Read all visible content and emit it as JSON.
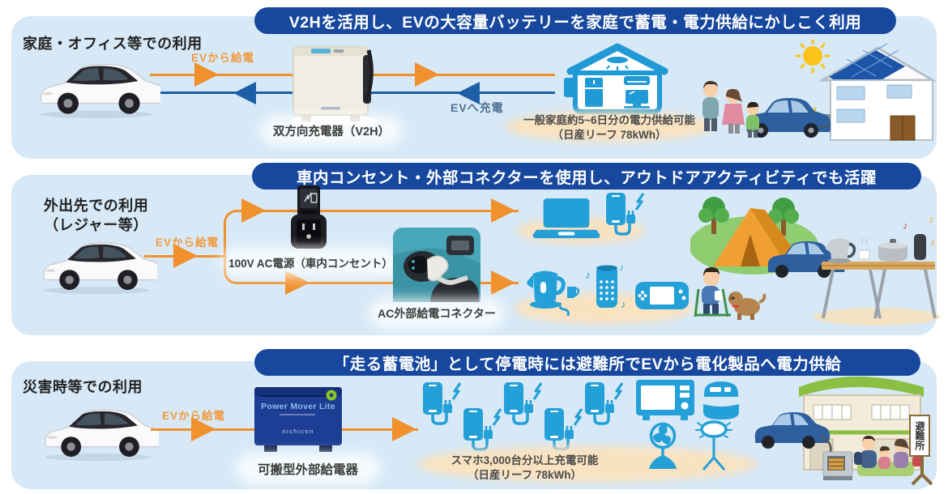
{
  "colors": {
    "banner_bg": "#17489e",
    "panel_bg": "#d7e9f7",
    "arrow_orange": "#f0912d",
    "arrow_blue": "#1d5fa6",
    "icon_blue": "#24a0d8",
    "highlight_peach": "#f9e2c0"
  },
  "icons": {
    "note": "♪",
    "names": [
      "ev-car",
      "v2h-charger",
      "home-appliances-house",
      "solar-house-family",
      "in-car-outlet",
      "ac-charge-port",
      "laptop",
      "smartphone-charging",
      "electric-kettle",
      "smart-speaker",
      "game-console",
      "camping-scene",
      "power-mover-unit",
      "smartphone-chain",
      "microwave",
      "rice-cooker",
      "electric-fan",
      "stand-light",
      "shelter-scene"
    ]
  },
  "sections": [
    {
      "banner": "V2Hを活用し、EVの大容量バッテリーを家庭で蓄電・電力供給にかしこく利用",
      "title": "家庭・オフィス等での利用",
      "label_from_ev": "EVから給電",
      "label_to_ev": "EVへ充電",
      "charger_label": "双方向充電器（V2H）",
      "caption_line1": "一般家庭約5~6日分の電力供給可能",
      "caption_line2": "（日産リーフ 78kWh）"
    },
    {
      "banner": "車内コンセント・外部コネクターを使用し、アウトドアアクティビティでも活躍",
      "title_line1": "外出先での利用",
      "title_line2": "（レジャー等）",
      "label_from_ev": "EVから給電",
      "outlet_label": "100V AC電源（車内コンセント）",
      "connector_label": "AC外部給電コネクター"
    },
    {
      "banner": "「走る蓄電池」として停電時には避難所でEVから電化製品へ電力供給",
      "title": "災害時等での利用",
      "label_from_ev": "EVから給電",
      "device_name": "Power Mover Lite",
      "device_brand": "nichicon",
      "device_label": "可搬型外部給電器",
      "caption_line1": "スマホ3,000台分以上充電可能",
      "caption_line2": "（日産リーフ 78kWh）",
      "shelter_sign": "避難所"
    }
  ]
}
